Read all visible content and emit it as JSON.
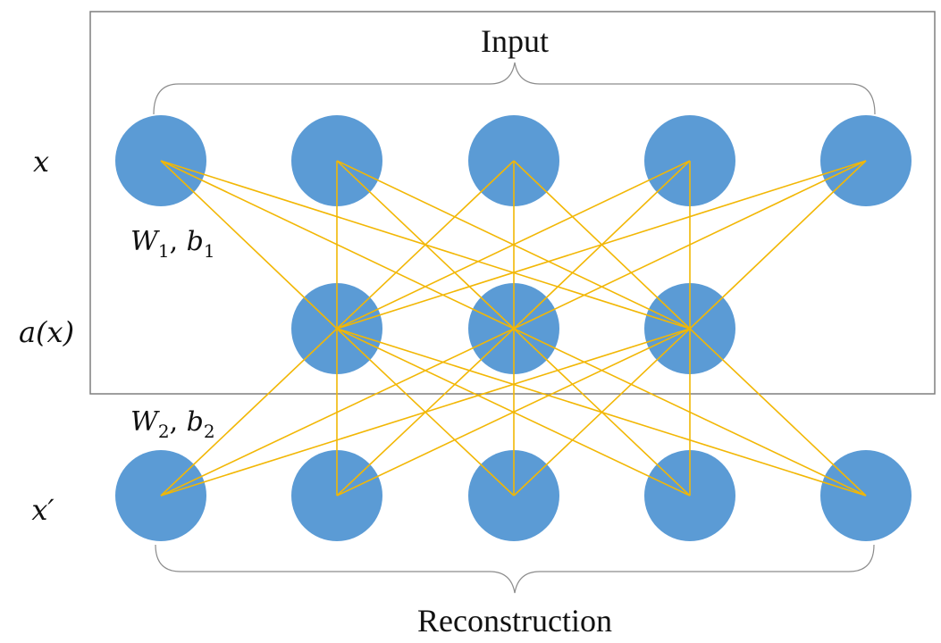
{
  "labels": {
    "input": "Input",
    "reconstruction": "Reconstruction",
    "x": "x",
    "ax": "a(x)",
    "xprime": "x′",
    "w1b1": {
      "w": "W",
      "w_sub": "1",
      "sep": ", ",
      "b": "b",
      "b_sub": "1"
    },
    "w2b2": {
      "w": "W",
      "w_sub": "2",
      "sep": ", ",
      "b": "b",
      "b_sub": "2"
    }
  },
  "network": {
    "input_nodes": 5,
    "hidden_nodes": 3,
    "output_nodes": 5
  },
  "colors": {
    "node": "#5b9bd5",
    "edge": "#f2b705",
    "frame": "#7f7f7f",
    "brace": "#8c8c8c"
  }
}
